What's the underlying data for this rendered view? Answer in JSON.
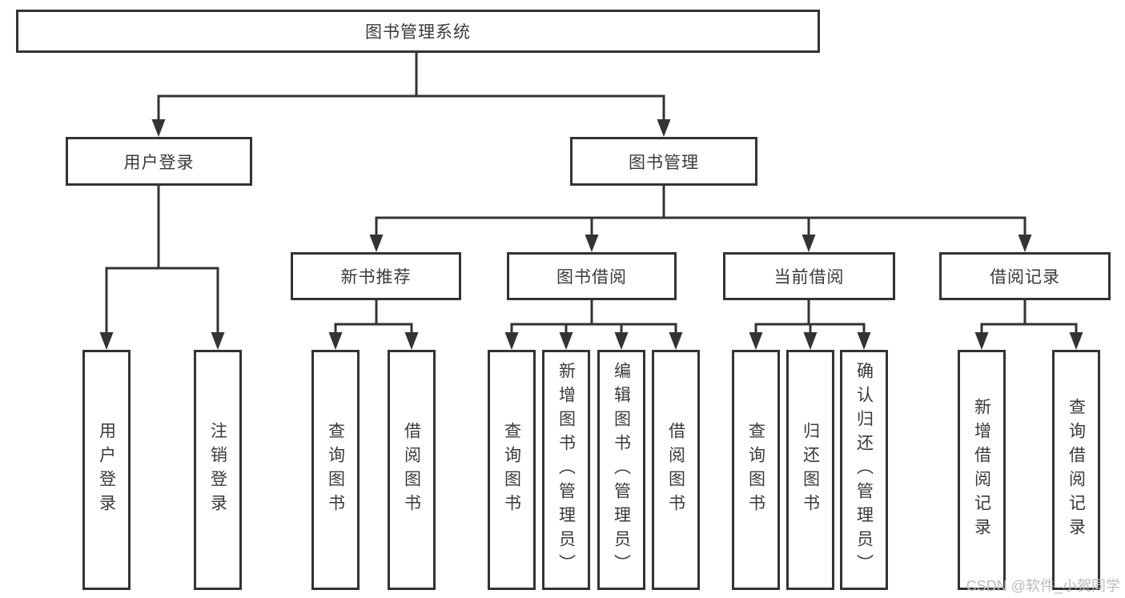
{
  "tree": {
    "root": "图书管理系统",
    "branches": [
      {
        "label": "用户登录",
        "children": [
          "用户登录",
          "注销登录"
        ]
      },
      {
        "label": "图书管理",
        "groups": [
          {
            "label": "新书推荐",
            "children": [
              "查询图书",
              "借阅图书"
            ]
          },
          {
            "label": "图书借阅",
            "children": [
              "查询图书",
              "新增图书（管理员）",
              "编辑图书（管理员）",
              "借阅图书"
            ]
          },
          {
            "label": "当前借阅",
            "children": [
              "查询图书",
              "归还图书",
              "确认归还（管理员）"
            ]
          },
          {
            "label": "借阅记录",
            "children": [
              "新增借阅记录",
              "查询借阅记录"
            ]
          }
        ]
      }
    ]
  },
  "watermark": "CSDN @软件_小贺同学",
  "colors": {
    "line": "#333333",
    "text": "#3a3a3a",
    "watermark": "#bcbcbc",
    "background": "#ffffff"
  }
}
